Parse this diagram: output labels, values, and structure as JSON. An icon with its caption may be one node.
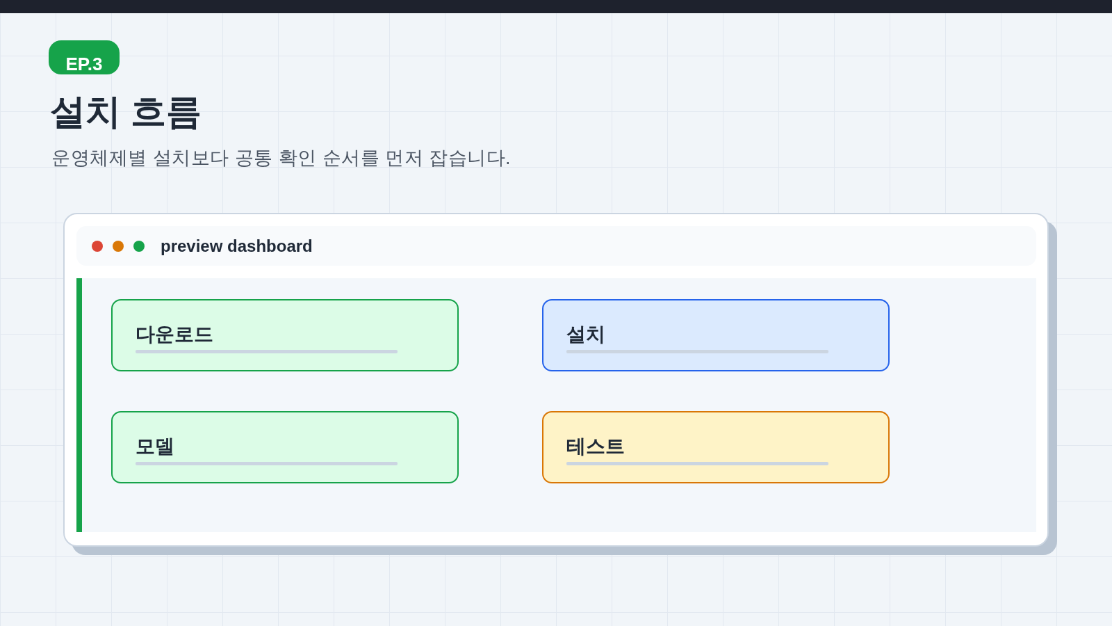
{
  "diagram": {
    "title": "설치 흐름",
    "nodes": [
      {
        "text": [
          "EP.3"
        ]
      },
      {
        "text": [
          "preview dashboard"
        ]
      },
      {
        "text": [
          "다운로드"
        ],
        "in": 1
      },
      {
        "text": [
          "설치"
        ],
        "in": 1
      },
      {
        "text": [
          "모델"
        ],
        "in": 1
      },
      {
        "text": [
          "테스트"
        ],
        "in": 1
      }
    ],
    "labels": [
      "운영체제별 설치보다 공통 확인 순서를 먼저 잡습니다."
    ]
  }
}
